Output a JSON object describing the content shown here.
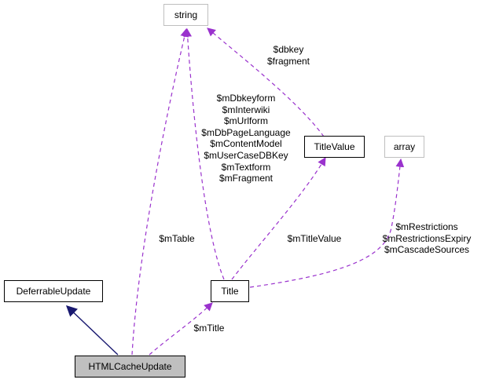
{
  "nodes": {
    "string": "string",
    "array": "array",
    "title_value": "TitleValue",
    "title": "Title",
    "deferrable_update": "DeferrableUpdate",
    "html_cache_update": "HTMLCacheUpdate"
  },
  "edges": {
    "dbkey_fragment": [
      "$dbkey",
      "$fragment"
    ],
    "title_string_members": [
      "$mDbkeyform",
      "$mInterwiki",
      "$mUrlform",
      "$mDbPageLanguage",
      "$mContentModel",
      "$mUserCaseDBKey",
      "$mTextform",
      "$mFragment"
    ],
    "m_table": "$mTable",
    "m_title_value": "$mTitleValue",
    "restrictions": [
      "$mRestrictions",
      "$mRestrictionsExpiry",
      "$mCascadeSources"
    ],
    "m_title": "$mTitle"
  },
  "colors": {
    "dependency_edge": "#9a32cd",
    "inheritance_edge": "#191970",
    "highlight_fill": "#bfbfbf",
    "external_border": "#bfbfbf"
  }
}
